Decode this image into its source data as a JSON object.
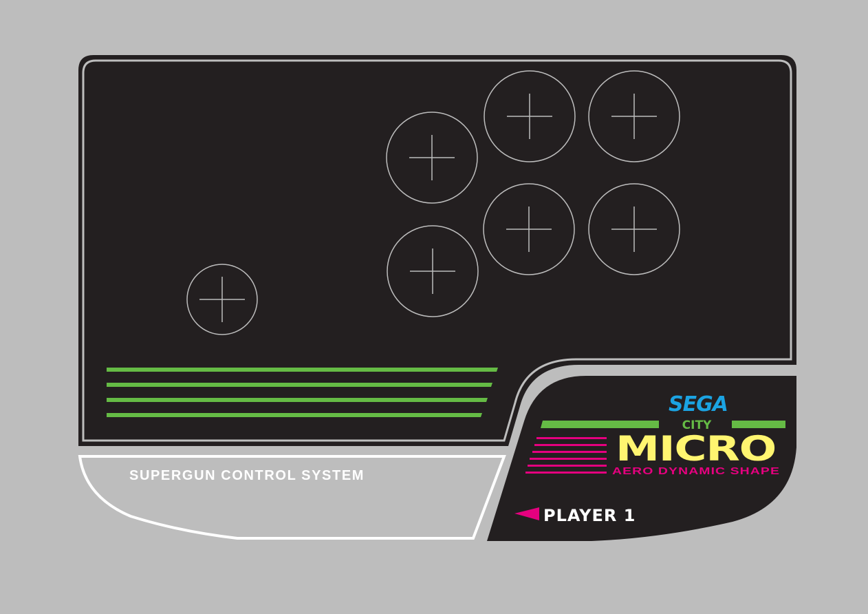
{
  "panel": {
    "tagline": "SUPERGUN CONTROL SYSTEM",
    "buttons": [
      {
        "name": "joystick-mount",
        "icon": "crosshair-icon"
      },
      {
        "name": "button-1",
        "icon": "crosshair-icon"
      },
      {
        "name": "button-2",
        "icon": "crosshair-icon"
      },
      {
        "name": "button-3",
        "icon": "crosshair-icon"
      },
      {
        "name": "button-4",
        "icon": "crosshair-icon"
      },
      {
        "name": "button-5",
        "icon": "crosshair-icon"
      },
      {
        "name": "button-6",
        "icon": "crosshair-icon"
      }
    ]
  },
  "logo": {
    "brand": "SEGA",
    "city": "CITY",
    "product": "MICRO",
    "subtitle": "AERO DYNAMIC SHAPE"
  },
  "player_label": "PLAYER 1",
  "colors": {
    "background": "#bdbdbd",
    "panel": "#231f20",
    "green": "#65bb45",
    "blue": "#1ba3e2",
    "yellow": "#fff570",
    "pink": "#e5007f"
  }
}
